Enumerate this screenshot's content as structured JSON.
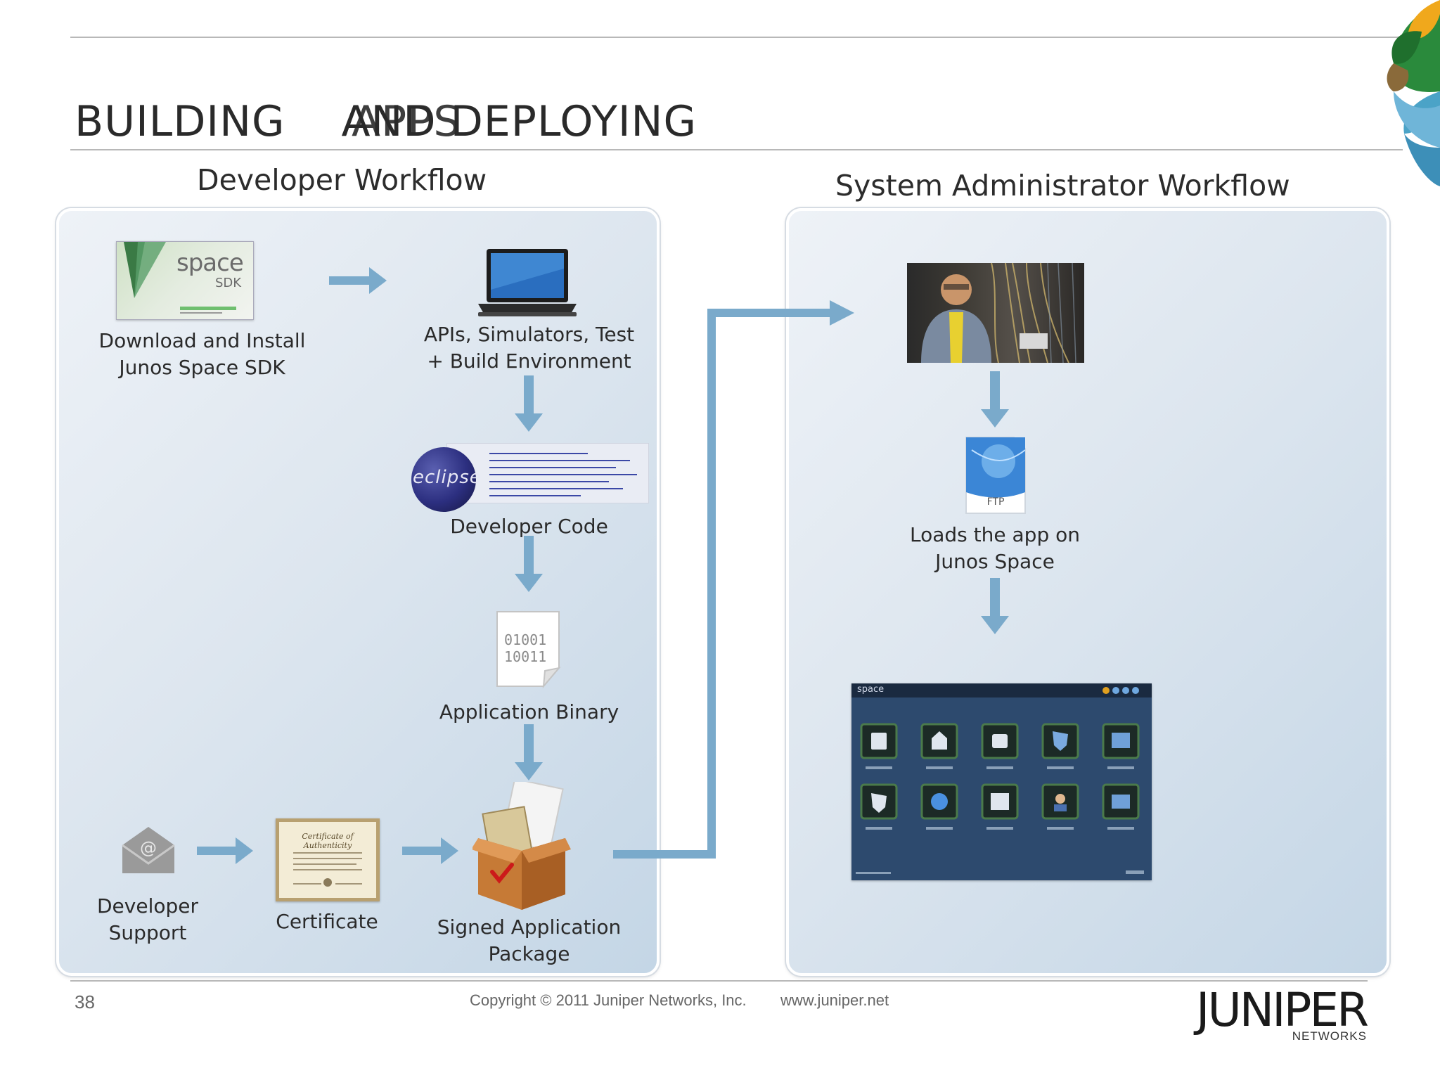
{
  "slide": {
    "title_part1": "BUILDING",
    "title_part2": "AND DEPLOYING",
    "title_overlap": "APPS"
  },
  "developer": {
    "section_title": "Developer Workflow",
    "steps": {
      "download": "Download and Install Junos Space SDK",
      "apis": "APIs, Simulators, Test + Build Environment",
      "code": "Developer Code",
      "binary": "Application Binary",
      "package": "Signed Application Package",
      "support": "Developer Support",
      "certificate": "Certificate"
    },
    "sdk_logo_text": "SPACE",
    "sdk_logo_sub": "SDK",
    "eclipse_text": "eclipse",
    "binary_line1": "01001",
    "binary_line2": "10011",
    "cert_heading": "Certificate of Authenticity"
  },
  "admin": {
    "section_title": "System Administrator Workflow",
    "steps": {
      "load": "Loads the app on Junos Space"
    },
    "ftp_label": "FTP",
    "space_ui_logo": "SPACE"
  },
  "footer": {
    "page_number": "38",
    "copyright": "Copyright © 2011 Juniper Networks, Inc.",
    "url": "www.juniper.net",
    "brand": "JUNIPer",
    "brand_sub": "NETWORKS"
  },
  "colors": {
    "arrow": "#7aaacb",
    "panel_border": "#ffffff",
    "space_ui_bg": "#2d4a6e"
  }
}
